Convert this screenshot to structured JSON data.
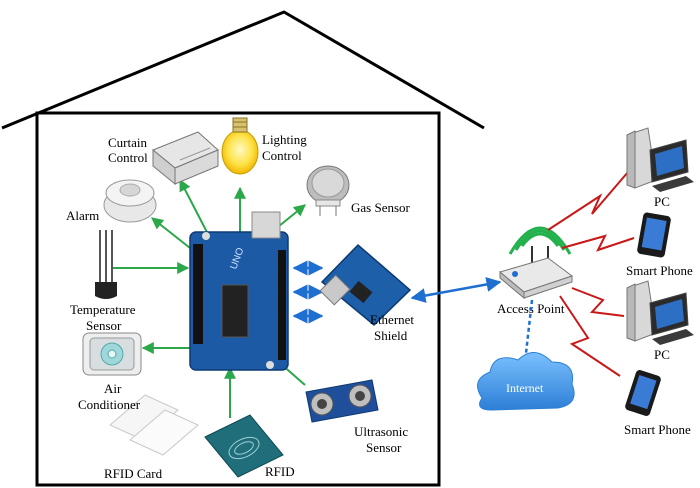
{
  "labels": {
    "curtain_control_line1": "Curtain",
    "curtain_control_line2": "Control",
    "lighting_control_line1": "Lighting",
    "lighting_control_line2": "Control",
    "gas_sensor": "Gas Sensor",
    "alarm": "Alarm",
    "temperature_sensor_line1": "Temperature",
    "temperature_sensor_line2": "Sensor",
    "air_conditioner_line1": "Air",
    "air_conditioner_line2": "Conditioner",
    "ethernet_shield_line1": "Ethernet",
    "ethernet_shield_line2": "Shield",
    "ultrasonic_sensor_line1": "Ultrasonic",
    "ultrasonic_sensor_line2": "Sensor",
    "rfid_card": "RFID Card",
    "rfid": "RFID",
    "access_point": "Access Point",
    "internet": "Internet",
    "pc_top": "PC",
    "smart_phone_top": "Smart Phone",
    "pc_bottom": "PC",
    "smart_phone_bottom": "Smart Phone"
  },
  "colors": {
    "outline": "#000000",
    "sensor_arrow": "#2aa84a",
    "shield_arrow": "#1f6fd1",
    "wireless_link": "#c81818",
    "internet_cloud": "#3d8fe0",
    "board": "#1c5aa6"
  },
  "icons": {
    "controller": "arduino-board-icon",
    "curtain": "curtain-controller-icon",
    "lighting": "light-bulb-icon",
    "gas": "gas-sensor-icon",
    "alarm": "smoke-alarm-icon",
    "temperature": "temperature-sensor-icon",
    "air": "air-conditioner-panel-icon",
    "shield": "ethernet-shield-icon",
    "ultrasonic": "ultrasonic-sensor-icon",
    "rfid_card": "rfid-card-icon",
    "rfid": "rfid-reader-icon",
    "router": "wireless-router-icon",
    "cloud": "internet-cloud-icon",
    "pc": "desktop-pc-icon",
    "phone": "smart-phone-icon"
  }
}
